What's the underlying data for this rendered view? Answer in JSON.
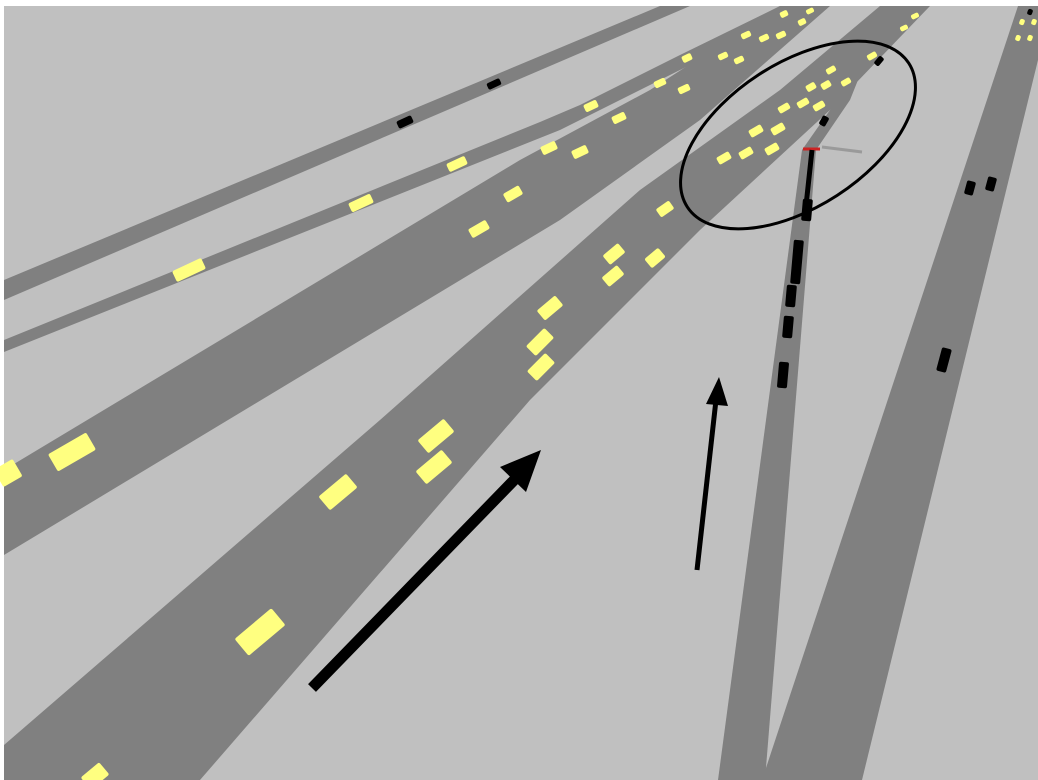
{
  "scene": {
    "ground_color": "#c0c0c0",
    "road_color": "#808080",
    "vehicle_color_highlight": "#ffff80",
    "vehicle_color_dark": "#000000",
    "annotation_color": "#000000",
    "signal_color": "#cc2222"
  },
  "annotations": {
    "arrows": [
      "traffic-flow-arrow-mainline",
      "traffic-flow-arrow-ramp"
    ],
    "ellipse": "merge-area-ellipse"
  }
}
